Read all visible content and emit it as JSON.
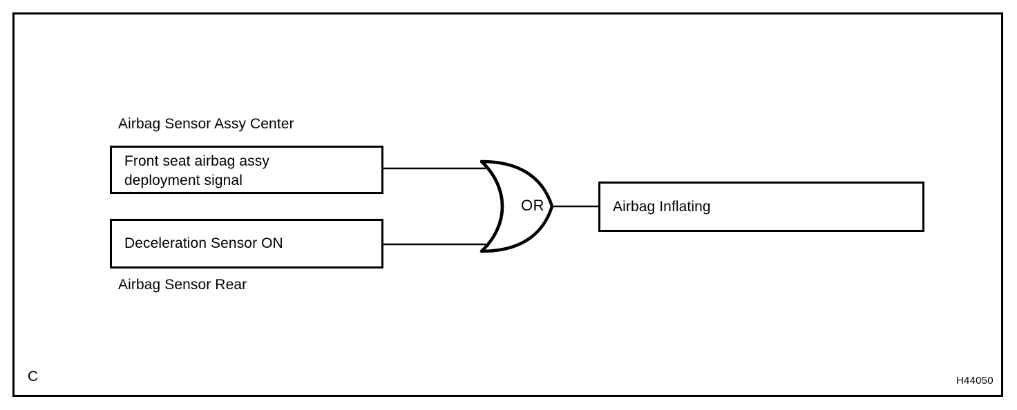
{
  "figure": {
    "sheet_marker": "C",
    "figure_id": "H44050",
    "frame_color": "#000000",
    "background_color": "#ffffff"
  },
  "diagram": {
    "type": "logic-gate-diagram",
    "group_labels": [
      {
        "name": "airbag-sensor-assy-center",
        "text": "Airbag Sensor Assy Center"
      },
      {
        "name": "airbag-sensor-rear",
        "text": "Airbag Sensor Rear"
      }
    ],
    "inputs": [
      {
        "name": "front-seat-airbag-deployment-signal",
        "text": "Front seat airbag assy\ndeployment signal"
      },
      {
        "name": "deceleration-sensor-on",
        "text": "Deceleration Sensor ON"
      }
    ],
    "gate": {
      "name": "or-gate",
      "label": "OR",
      "kind": "OR"
    },
    "output": {
      "name": "airbag-inflating",
      "text": "Airbag Inflating"
    }
  }
}
